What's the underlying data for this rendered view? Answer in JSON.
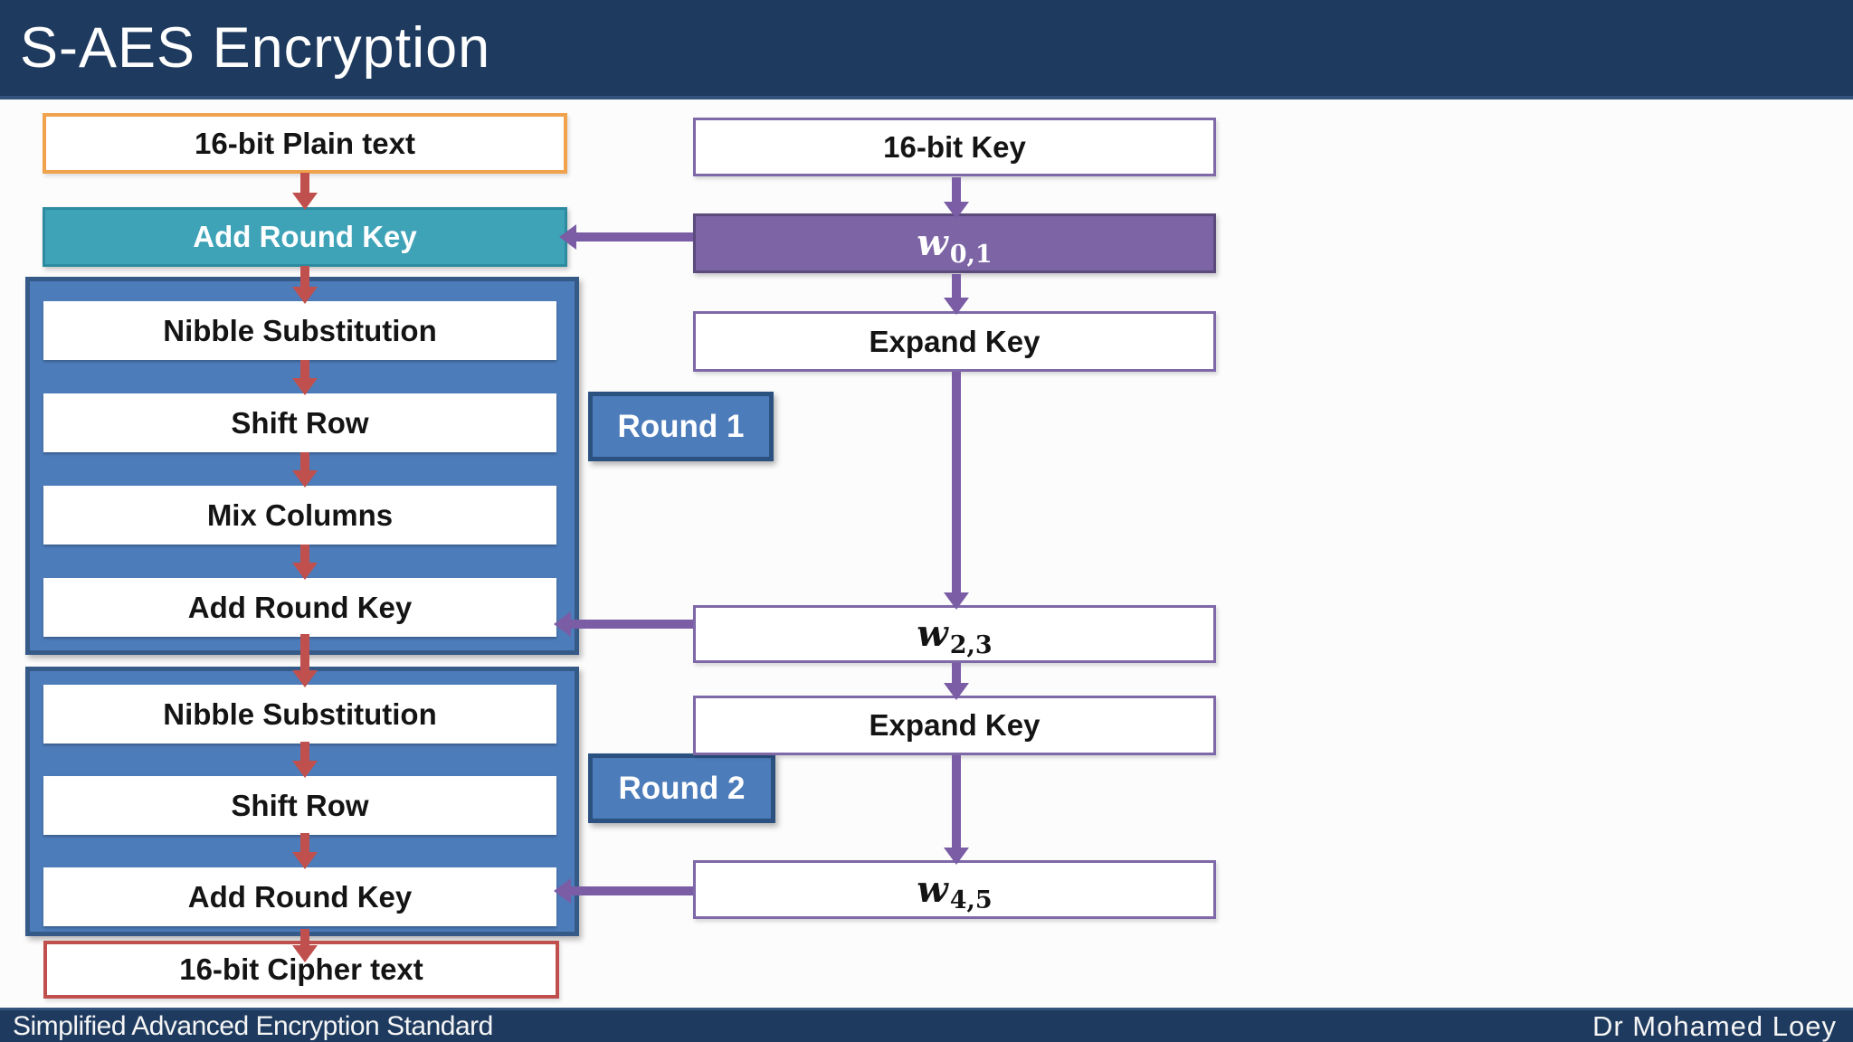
{
  "header": {
    "title": "S-AES Encryption"
  },
  "footer": {
    "left": "Simplified Advanced Encryption Standard",
    "right": "Dr Mohamed Loey"
  },
  "flow": {
    "plaintext": "16-bit Plain text",
    "initial_add_round_key": "Add Round Key",
    "round1": {
      "label": "Round 1",
      "steps": [
        "Nibble Substitution",
        "Shift Row",
        "Mix Columns",
        "Add Round Key"
      ]
    },
    "round2": {
      "label": "Round 2",
      "steps": [
        "Nibble Substitution",
        "Shift Row",
        "Add Round Key"
      ]
    },
    "ciphertext": "16-bit Cipher text"
  },
  "keyflow": {
    "key": "16-bit Key",
    "w01": {
      "base": "w",
      "sub": "0,1"
    },
    "expand1": "Expand Key",
    "w23": {
      "base": "w",
      "sub": "2,3"
    },
    "expand2": "Expand Key",
    "w45": {
      "base": "w",
      "sub": "4,5"
    }
  },
  "colors": {
    "bar_navy": "#1e3a5e",
    "container_blue": "#4d7cba",
    "container_border": "#355a88",
    "teal_fill": "#3fa3b8",
    "purple_fill": "#7c64a5",
    "purple_border": "#7e68a8",
    "purple_arrow": "#7a5da5",
    "red_arrow": "#c0504d",
    "orange_border": "#f0a24d",
    "red_border": "#c0504d"
  }
}
